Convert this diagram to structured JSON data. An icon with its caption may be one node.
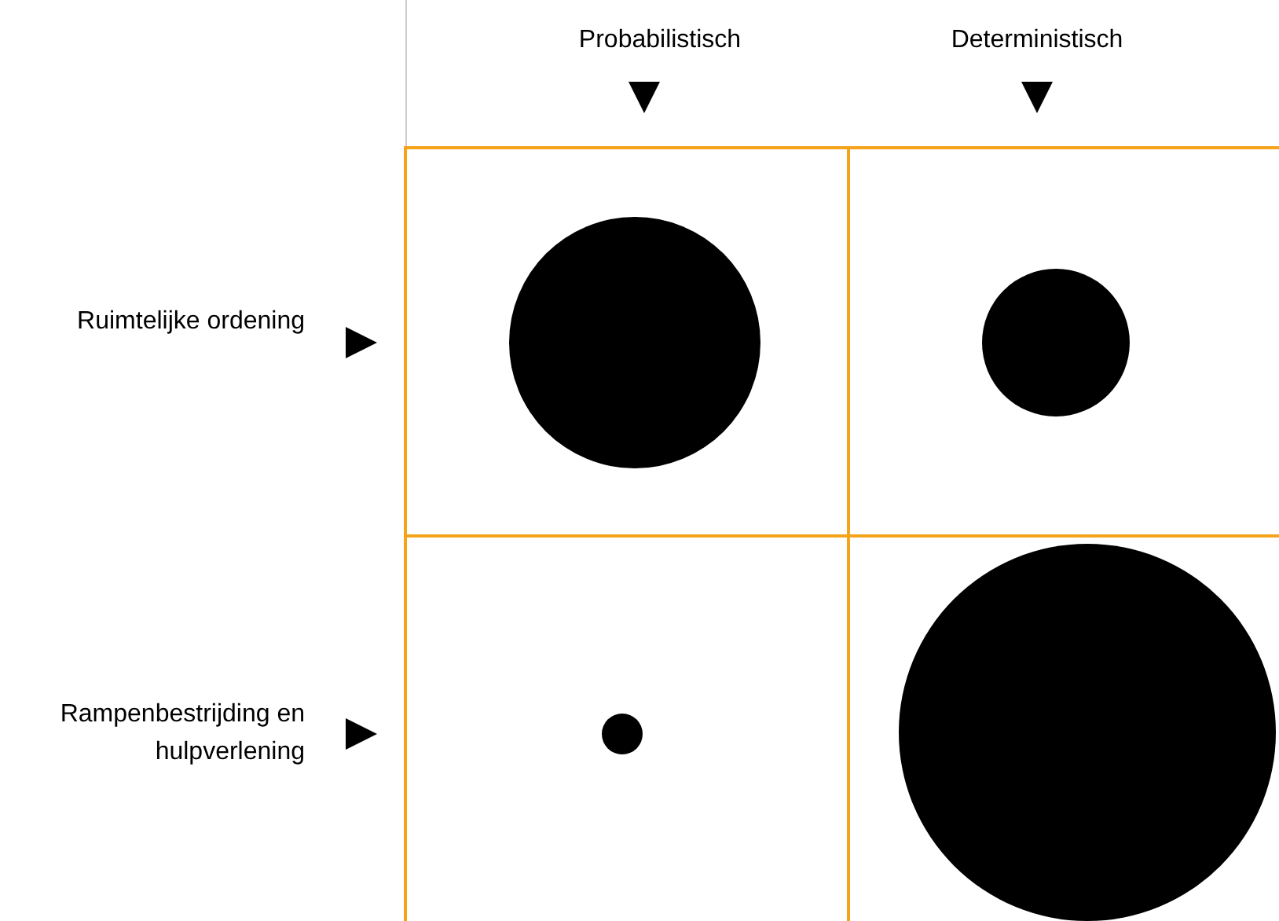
{
  "diagram": {
    "nodes": [
      {
        "text": [],
        "shape": "circle"
      },
      {
        "text": [],
        "shape": "circle"
      },
      {
        "text": [],
        "shape": "circle"
      },
      {
        "text": [],
        "shape": "circle"
      }
    ],
    "labels": [
      "Probabilistisch",
      "Deterministisch",
      "Ruimtelijke ordening",
      "Rampenbestrijding en hulpverlening"
    ]
  }
}
